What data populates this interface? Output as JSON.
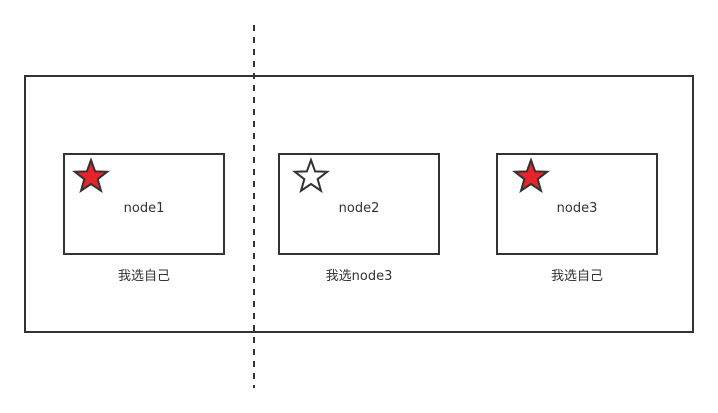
{
  "diagram": {
    "colors": {
      "stroke": "#333333",
      "star_selected": "#e8232a",
      "star_unselected": "#ffffff",
      "text": "#333333"
    },
    "nodes": [
      {
        "label": "node1",
        "caption": "我选自己",
        "star": "filled"
      },
      {
        "label": "node2",
        "caption": "我选node3",
        "star": "outline"
      },
      {
        "label": "node3",
        "caption": "我选自己",
        "star": "filled"
      }
    ]
  }
}
